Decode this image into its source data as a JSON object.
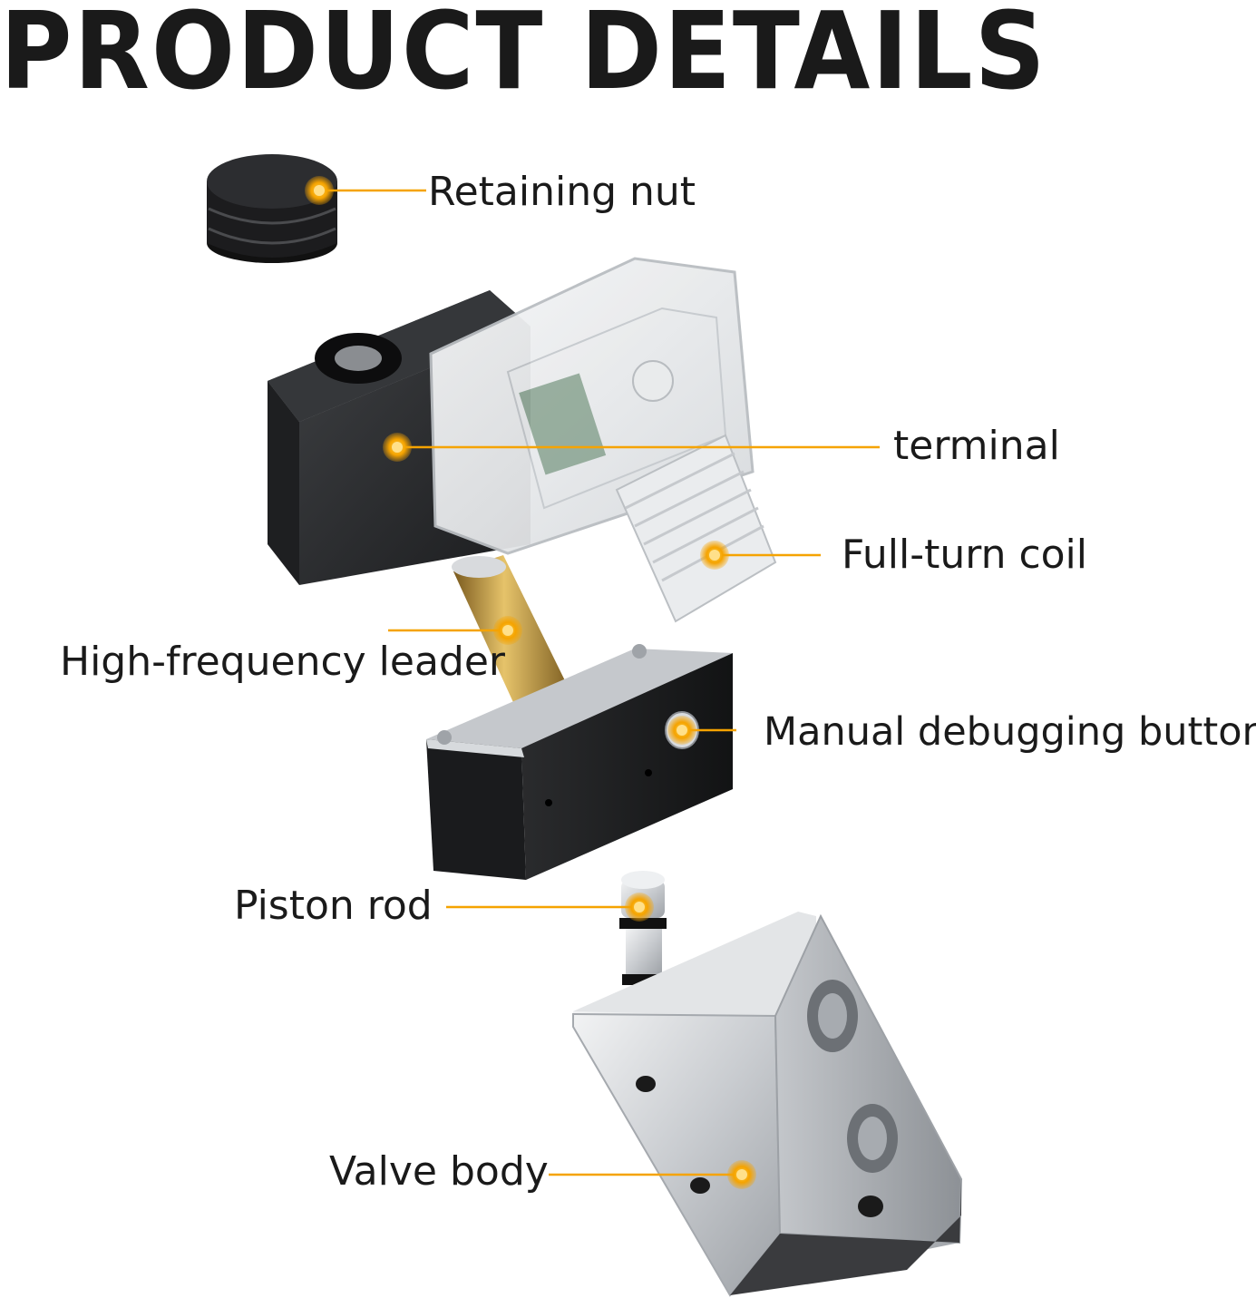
{
  "title": "PRODUCT DETAILS",
  "labels": {
    "retaining_nut": "Retaining nut",
    "terminal": "terminal",
    "full_turn_coil": "Full-turn coil",
    "high_frequency_leader": "High-frequency leader",
    "manual_debugging_button": "Manual debugging button",
    "piston_rod": "Piston rod",
    "valve_body": "Valve body"
  },
  "colors": {
    "callout": "#f5a300",
    "text": "#1a1a1a",
    "background": "#ffffff"
  }
}
